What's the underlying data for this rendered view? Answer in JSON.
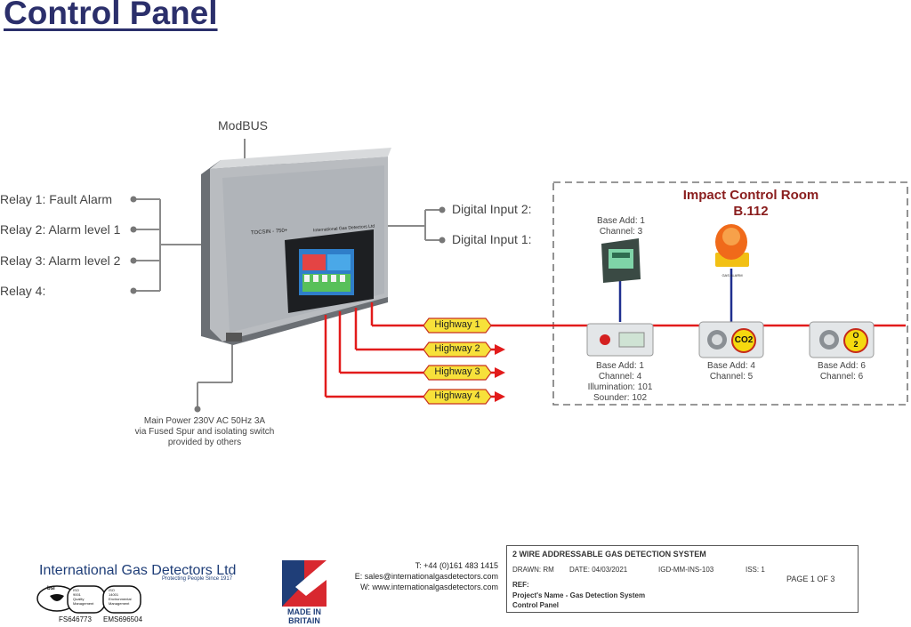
{
  "title": "Control Panel",
  "modbus_label": "ModBUS",
  "relays": [
    "Relay 1: Fault Alarm",
    "Relay 2: Alarm level 1",
    "Relay 3: Alarm level 2",
    "Relay 4:"
  ],
  "digital_inputs": [
    "Digital Input 2:",
    "Digital Input 1:"
  ],
  "power_note": [
    "Main Power 230V AC 50Hz 3A",
    "via Fused Spur and isolating switch",
    "provided by others"
  ],
  "panel": {
    "model": "TOCSIN - 750+",
    "brand": "International Gas Detectors Ltd"
  },
  "highways": [
    "Highway 1",
    "Highway 2",
    "Highway 3",
    "Highway 4"
  ],
  "room": {
    "title": "Impact Control Room",
    "code": "B.112"
  },
  "devices": {
    "display": [
      "Base Add: 1",
      "Channel: 3"
    ],
    "call_point": [
      "Base Add: 1",
      "Channel: 4",
      "Illumination: 101",
      "Sounder: 102"
    ],
    "co2_detector": {
      "badge": "CO2",
      "labels": [
        "Base Add: 4",
        "Channel: 5"
      ]
    },
    "o2_detector": {
      "badge_line1": "O",
      "badge_line2": "2",
      "labels": [
        "Base Add: 6",
        "Channel: 6"
      ]
    },
    "beacon_label": "GAS ALARM"
  },
  "footer": {
    "company": "International Gas Detectors Ltd",
    "tagline": "Protecting People Since 1917",
    "cert_left_1": "bsi",
    "cert_iso_9001": [
      "ISO",
      "9001",
      "Quality",
      "Management"
    ],
    "cert_iso_14001": [
      "ISO",
      "14001",
      "Environmental",
      "Management"
    ],
    "cert_codes": [
      "FS646773",
      "EMS696504"
    ],
    "made_in": [
      "MADE IN",
      "BRITAIN"
    ],
    "phone": "T: +44 (0)161 483 1415",
    "email": "E: sales@internationalgasdetectors.com",
    "web": "W: www.internationalgasdetectors.com",
    "tb_title": "2 WIRE ADDRESSABLE GAS DETECTION SYSTEM",
    "tb_drawn": "DRAWN: RM",
    "tb_date": "DATE: 04/03/2021",
    "tb_ref_code": "IGD-MM-INS-103",
    "tb_iss": "ISS: 1",
    "tb_page": "PAGE 1 OF 3",
    "tb_ref": "REF:",
    "tb_project": "Project's Name - Gas Detection System",
    "tb_sub": "Control Panel"
  },
  "colors": {
    "title": "#2b2f6b",
    "highway_red": "#e21b1b",
    "highway_tag": "#f7e13a",
    "wire_grey": "#8a8a8a",
    "room_title": "#8a1e1e",
    "blue_link": "#1f2f8f"
  }
}
